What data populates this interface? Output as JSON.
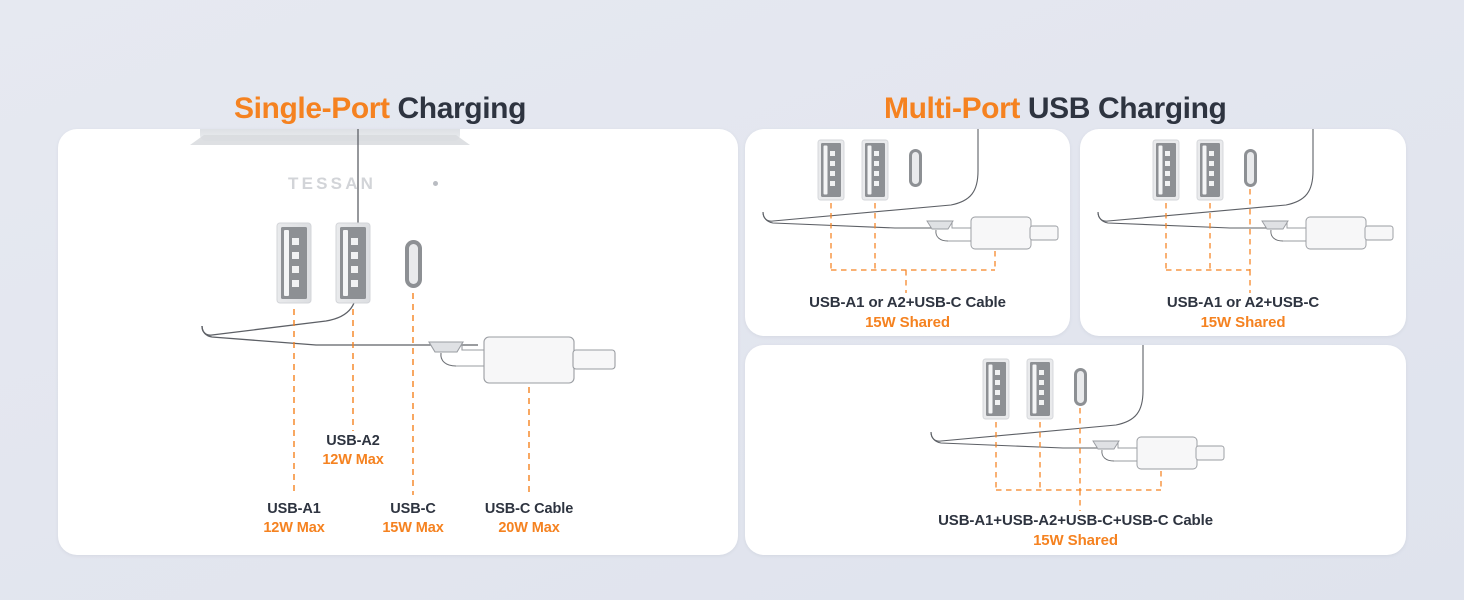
{
  "background_color": "#e4e7f0",
  "accent_color": "#f58220",
  "text_color": "#2e3440",
  "headings": {
    "left": {
      "accent": "Single-Port",
      "rest": " Charging"
    },
    "right": {
      "accent": "Multi-Port",
      "rest": " USB Charging"
    }
  },
  "device": {
    "brand": "TESSAN",
    "led_icon": "led-indicator-dot",
    "ports": [
      "USB-A1",
      "USB-A2",
      "USB-C"
    ]
  },
  "single_port": {
    "labels": [
      {
        "name": "USB-A1",
        "watt": "12W Max"
      },
      {
        "name": "USB-A2",
        "watt": "12W Max"
      },
      {
        "name": "USB-C",
        "watt": "15W Max"
      },
      {
        "name": "USB-C Cable",
        "watt": "20W Max"
      }
    ]
  },
  "multi_port": {
    "cards": [
      {
        "name": "USB-A1 or A2+USB-C Cable",
        "watt": "15W Shared"
      },
      {
        "name": "USB-A1 or A2+USB-C",
        "watt": "15W Shared"
      },
      {
        "name": "USB-A1+USB-A2+USB-C+USB-C Cable",
        "watt": "15W Shared"
      }
    ]
  }
}
